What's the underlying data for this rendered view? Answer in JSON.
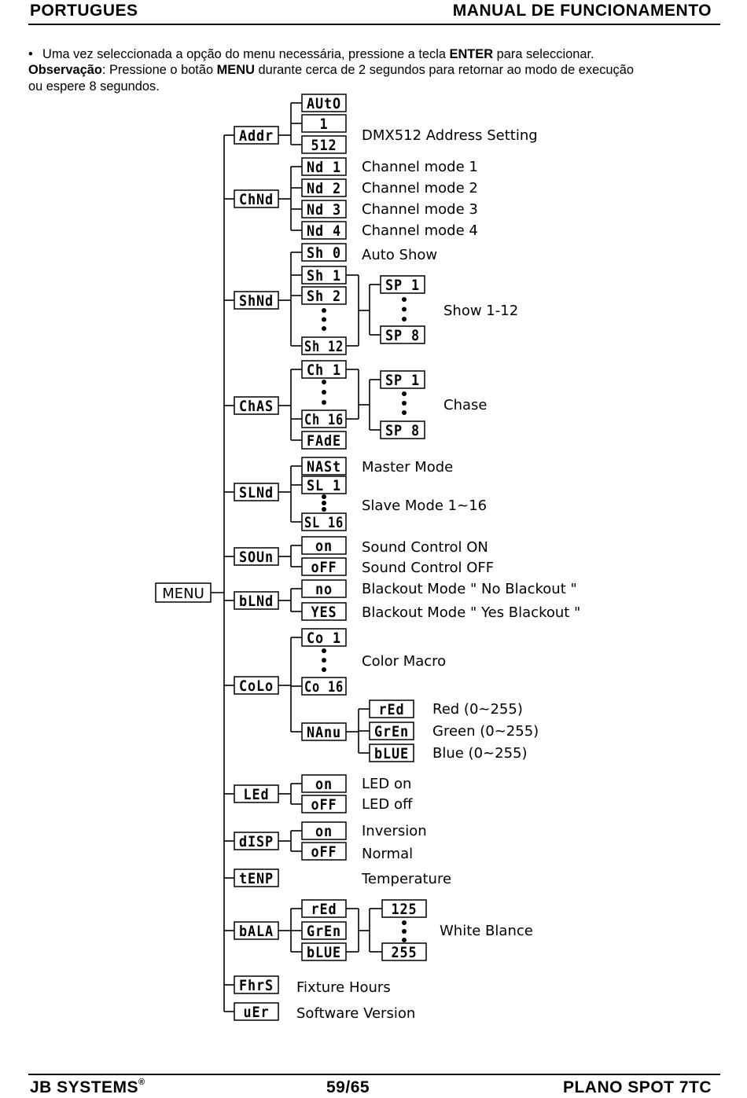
{
  "header": {
    "left": "PORTUGUES",
    "right": "MANUAL DE FUNCIONAMENTO"
  },
  "intro": {
    "bullet": "•",
    "line1_before": "Uma vez seleccionada a opção do menu necessária, pressione a tecla ",
    "line1_bold": "ENTER",
    "line1_after": " para seleccionar.",
    "line2_bold": "Observação",
    "line2_mid": ": Pressione o botão ",
    "line2_bold2": "MENU",
    "line2_after": " durante cerca de 2 segundos para retornar ao modo de execução",
    "line3": "ou espere 8 segundos."
  },
  "diagram": {
    "root": "MENU",
    "menu_items": [
      "Addr",
      "ChNd",
      "ShNd",
      "ChAS",
      "SLNd",
      "SOUn",
      "bLNd",
      "CoLo",
      "LEd",
      "dISP",
      "tENP",
      "bALA",
      "FhrS",
      "uEr"
    ],
    "sub_items": {
      "addr": [
        "AUtO",
        "1",
        "512"
      ],
      "chnd": [
        "Nd 1",
        "Nd 2",
        "Nd 3",
        "Nd 4"
      ],
      "shnd": [
        "Sh 0",
        "Sh 1",
        "Sh 2",
        "Sh 12"
      ],
      "shnd_speed": [
        "SP 1",
        "SP 8"
      ],
      "chas": [
        "Ch 1",
        "Ch 16",
        "FAdE"
      ],
      "chas_speed": [
        "SP 1",
        "SP 8"
      ],
      "slnd": [
        "NASt",
        "SL 1",
        "SL 16"
      ],
      "soun": [
        "on",
        "oFF"
      ],
      "blnd": [
        "no",
        "YES"
      ],
      "colo": [
        "Co 1",
        "Co 16",
        "NAnu"
      ],
      "colo_manual": [
        "rEd",
        "GrEn",
        "bLUE"
      ],
      "led": [
        "on",
        "oFF"
      ],
      "disp": [
        "on",
        "oFF"
      ],
      "bala": [
        "rEd",
        "GrEn",
        "bLUE"
      ],
      "bala_values": [
        "125",
        "255"
      ]
    },
    "descriptions": {
      "addr": "DMX512 Address Setting",
      "chnd_1": "Channel mode 1",
      "chnd_2": "Channel mode 2",
      "chnd_3": "Channel mode 3",
      "chnd_4": "Channel mode 4",
      "auto_show": "Auto Show",
      "show": "Show 1-12",
      "chase": "Chase",
      "master": "Master Mode",
      "slave": "Slave Mode 1~16",
      "sound_on": "Sound Control ON",
      "sound_off": "Sound Control OFF",
      "blackout_no": "Blackout Mode \" No Blackout \"",
      "blackout_yes": "Blackout Mode \" Yes Blackout \"",
      "color_macro": "Color Macro",
      "red": "Red (0~255)",
      "green": "Green (0~255)",
      "blue": "Blue (0~255)",
      "led_on": "LED on",
      "led_off": "LED off",
      "inversion": "Inversion",
      "normal": "Normal",
      "temperature": "Temperature",
      "white_balance": "White Blance",
      "fixture_hours": "Fixture Hours",
      "software_version": "Software Version"
    }
  },
  "footer": {
    "brand": "JB SYSTEMS",
    "reg": "®",
    "page": "59/65",
    "model": "PLANO SPOT 7TC"
  }
}
